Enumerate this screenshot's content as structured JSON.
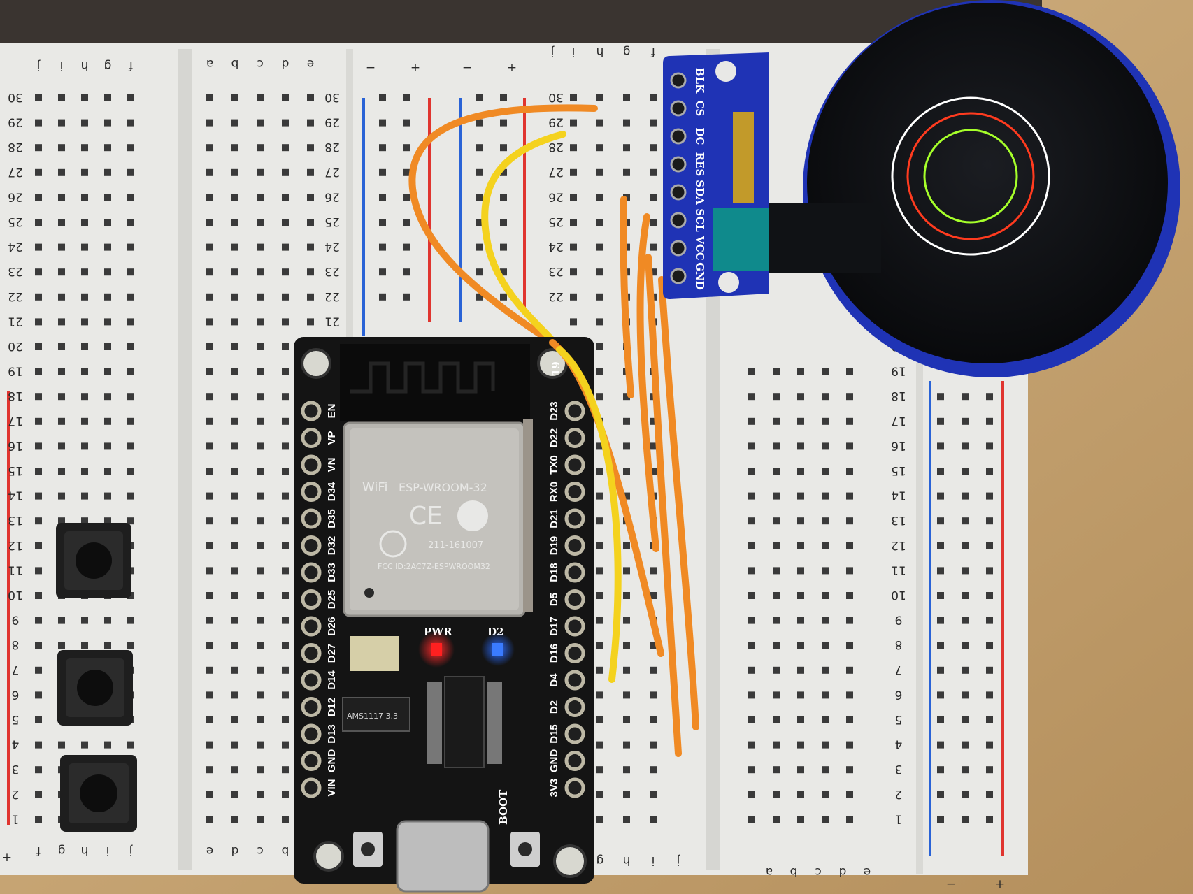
{
  "breadboard": {
    "columns_left": [
      "f",
      "g",
      "h",
      "i",
      "j"
    ],
    "columns_right": [
      "a",
      "b",
      "c",
      "d",
      "e"
    ],
    "row_numbers": [
      "1",
      "2",
      "3",
      "4",
      "5",
      "6",
      "7",
      "8",
      "9",
      "10",
      "11",
      "12",
      "13",
      "14",
      "15",
      "16",
      "17",
      "18",
      "19",
      "20",
      "21",
      "22",
      "23",
      "24",
      "25",
      "26",
      "27",
      "28",
      "29",
      "30"
    ],
    "rail_minus": "−",
    "rail_plus": "+"
  },
  "esp32": {
    "module_brand": "ESP-WROOM-32",
    "wifi_logo": "WiFi",
    "ce_mark": "CE",
    "module_id": "211-161007",
    "fcc_id": "FCC ID:2AC7Z-ESPWROOM32",
    "regulator": "AMS1117 3.3",
    "led_pwr": "PWR",
    "led_d2": "D2",
    "boot_label": "BOOT",
    "left_pins": [
      "EN",
      "VP",
      "VN",
      "D34",
      "D35",
      "D32",
      "D33",
      "D25",
      "D26",
      "D27",
      "D14",
      "D12",
      "D13",
      "GND",
      "VIN"
    ],
    "right_pins": [
      "D23",
      "D22",
      "TX0",
      "RX0",
      "D21",
      "D19",
      "D18",
      "D5",
      "D17",
      "D16",
      "D4",
      "D2",
      "D15",
      "GND",
      "3V3"
    ],
    "corner_number": "19"
  },
  "display": {
    "pins": [
      "BLK",
      "CS",
      "DC",
      "RES",
      "SDA",
      "SCL",
      "VCC",
      "GND"
    ],
    "ring_colors": [
      "#ffffff",
      "#ff3b1f",
      "#a6ff2a"
    ]
  },
  "colors": {
    "wire_orange": "#f08a24",
    "wire_yellow": "#f4d21e",
    "board_black": "#141414",
    "display_blue": "#1f33b5"
  }
}
